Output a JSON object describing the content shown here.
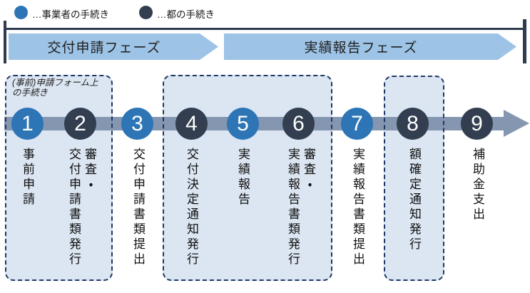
{
  "legend": {
    "items": [
      {
        "label": "…事業者の手続き",
        "actor": "operator"
      },
      {
        "label": "…都の手続き",
        "actor": "government"
      }
    ]
  },
  "phases": [
    {
      "label": "交付申請フェーズ"
    },
    {
      "label": "実績報告フェーズ"
    }
  ],
  "groups": {
    "pre_application_note": "(事前)申請フォーム上\nの手続き"
  },
  "steps": [
    {
      "number": "1",
      "label": "事前申請",
      "actor": "operator"
    },
    {
      "number": "2",
      "label": "審査・\n交付申請書類発行",
      "actor": "government"
    },
    {
      "number": "3",
      "label": "交付申請書類提出",
      "actor": "operator"
    },
    {
      "number": "4",
      "label": "交付決定通知発行",
      "actor": "government"
    },
    {
      "number": "5",
      "label": "実績報告",
      "actor": "operator"
    },
    {
      "number": "6",
      "label": "審査・\n実績報告書類発行",
      "actor": "government"
    },
    {
      "number": "7",
      "label": "実績報告書類提出",
      "actor": "operator"
    },
    {
      "number": "8",
      "label": "額確定通知発行",
      "actor": "government"
    },
    {
      "number": "9",
      "label": "補助金支出",
      "actor": "government"
    }
  ],
  "colors": {
    "operator": "#2e75b6",
    "government": "#333f50",
    "phase_fill": "#9dc3e6",
    "band": "#8496b0",
    "group_fill": "#dce6f2",
    "group_border": "#1f3864",
    "bracket": "#2f3b4e"
  }
}
